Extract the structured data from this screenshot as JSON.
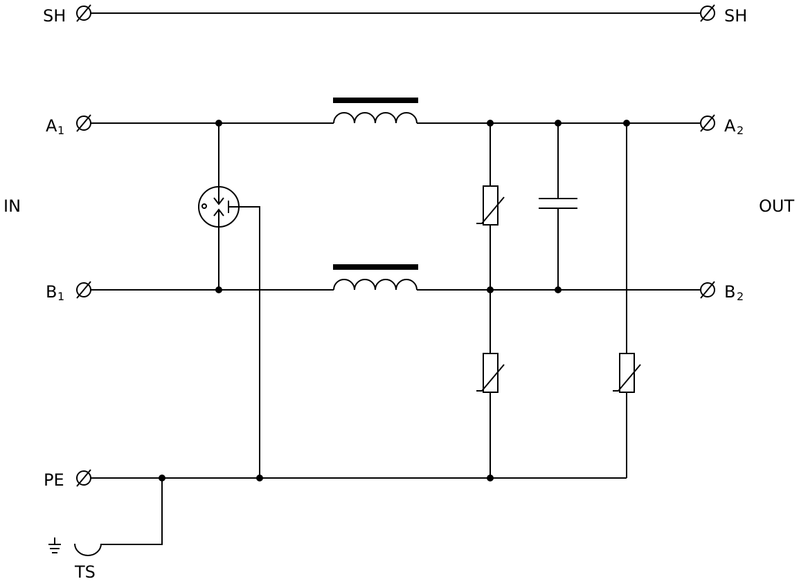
{
  "side_labels": {
    "input": "IN",
    "output": "OUT"
  },
  "terminals": {
    "sh_in": {
      "label": "SH",
      "sub": ""
    },
    "sh_out": {
      "label": "SH",
      "sub": ""
    },
    "a_in": {
      "label": "A",
      "sub": "1"
    },
    "a_out": {
      "label": "A",
      "sub": "2"
    },
    "b_in": {
      "label": "B",
      "sub": "1"
    },
    "b_out": {
      "label": "B",
      "sub": "2"
    },
    "pe": {
      "label": "PE",
      "sub": ""
    },
    "ts": {
      "label": "TS",
      "sub": ""
    }
  },
  "colors": {
    "ink": "#000000",
    "background": "#ffffff"
  },
  "icons": {
    "terminal": "circle-slash-terminal-icon",
    "earth": "earth-ground-icon",
    "gas_discharge_tube": "gas-discharge-tube-icon",
    "varistor": "varistor-icon",
    "inductor": "choke-inductor-icon",
    "capacitor": "capacitor-icon"
  }
}
